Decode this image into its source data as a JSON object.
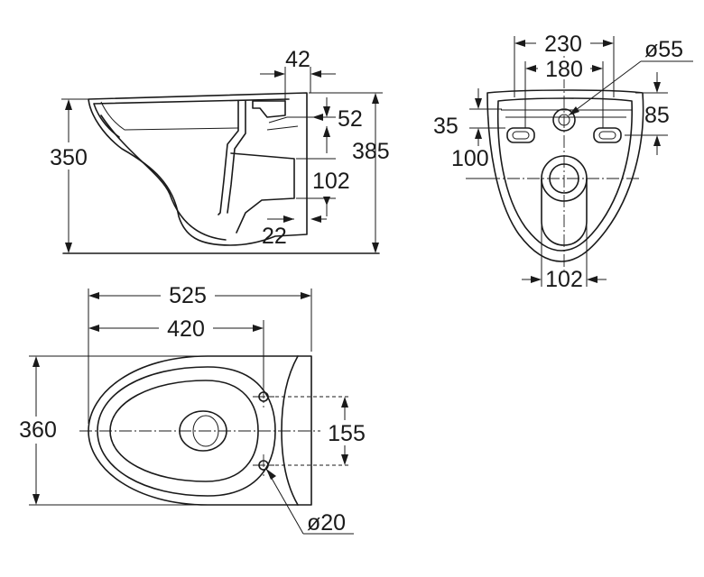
{
  "dimensions": {
    "side_view": {
      "top_offset": "42",
      "outlet_height": "52",
      "outlet_size": "102",
      "foot_offset": "22",
      "bowl_height": "350",
      "total_height": "385"
    },
    "rear_view": {
      "fixing_width": "230",
      "fixing_spacing": "180",
      "inlet_diameter": "ø55",
      "inlet_offset": "35",
      "outlet_height": "100",
      "fixing_height": "85",
      "outlet_width": "102"
    },
    "top_view": {
      "total_length": "525",
      "fixing_depth": "420",
      "total_width": "360",
      "bolt_spacing": "155",
      "bolt_diameter": "ø20"
    }
  }
}
